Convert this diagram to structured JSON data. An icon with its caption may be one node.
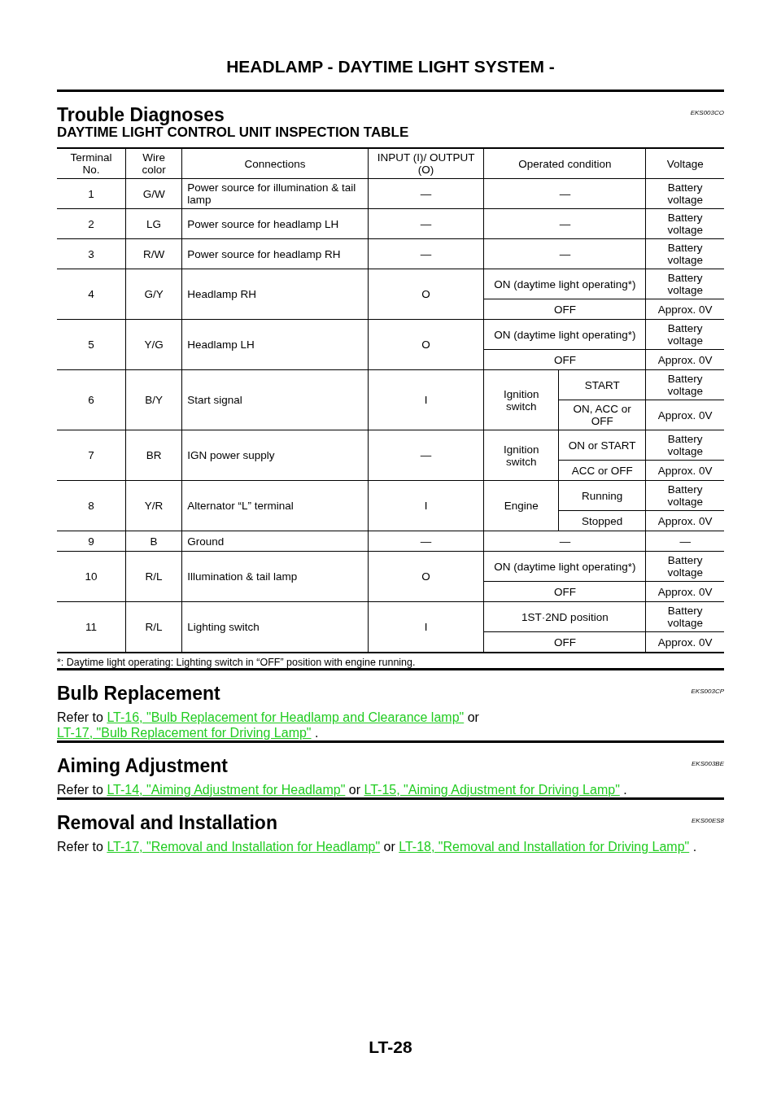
{
  "diagram": {
    "title": "HEADLAMP - DAYTIME LIGHT SYSTEM -",
    "labels": [
      "Trouble Diagnoses",
      "EKS003CO",
      "DAYTIME LIGHT CONTROL UNIT INSPECTION TABLE",
      "Terminal No.",
      "Wire color",
      "Connections",
      "INPUT (I)/ OUTPUT (O)",
      "Operated condition",
      "Voltage",
      "1",
      "G/W",
      "Power source for illumination & tail lamp",
      "—",
      "—",
      "Battery voltage",
      "2",
      "LG",
      "Power source for headlamp LH",
      "—",
      "—",
      "Battery voltage",
      "3",
      "R/W",
      "Power source for headlamp RH",
      "—",
      "—",
      "Battery voltage",
      "4",
      "G/Y",
      "Headlamp RH",
      "O",
      "ON (daytime light operating*)",
      "Battery voltage",
      "OFF",
      "Approx. 0V",
      "5",
      "Y/G",
      "Headlamp LH",
      "O",
      "ON (daytime light operating*)",
      "Battery voltage",
      "OFF",
      "Approx. 0V",
      "6",
      "B/Y",
      "Start signal",
      "I",
      "Ignition switch",
      "START",
      "Battery voltage",
      "ON, ACC or OFF",
      "Approx. 0V",
      "7",
      "BR",
      "IGN power supply",
      "—",
      "Ignition switch",
      "ON or START",
      "Battery voltage",
      "ACC or OFF",
      "Approx. 0V",
      "8",
      "Y/R",
      "Alternator “L” terminal",
      "I",
      "Engine",
      "Running",
      "Battery voltage",
      "Stopped",
      "Approx. 0V",
      "9",
      "B",
      "Ground",
      "—",
      "—",
      "—",
      "10",
      "R/L",
      "Illumination & tail lamp",
      "O",
      "ON (daytime light operating*)",
      "Battery voltage",
      "OFF",
      "Approx. 0V",
      "11",
      "R/L",
      "Lighting switch",
      "I",
      "1ST·2ND position",
      "Battery voltage",
      "OFF",
      "Approx. 0V",
      "*: Daytime light operating: Lighting switch in “OFF” position with engine running.",
      "Bulb Replacement",
      "EKS003CP",
      "Refer to",
      "LT-16, \"Bulb Replacement for Headlamp and Clearance lamp\"",
      "or",
      "LT-17, \"Bulb Replacement for Driving Lamp\"",
      ".",
      "Aiming Adjustment",
      "EKS003BE",
      "Refer to",
      "LT-14, \"Aiming Adjustment for Headlamp\"",
      "or",
      "LT-15, \"Aiming Adjustment for Driving Lamp\"",
      ".",
      "Removal and Installation",
      "EKS00ES8",
      "Refer to",
      "LT-17, \"Removal and Installation for Headlamp\"",
      "or",
      "LT-18, \"Removal and Installation for Driving Lamp\"",
      ".",
      "LT-28"
    ]
  }
}
